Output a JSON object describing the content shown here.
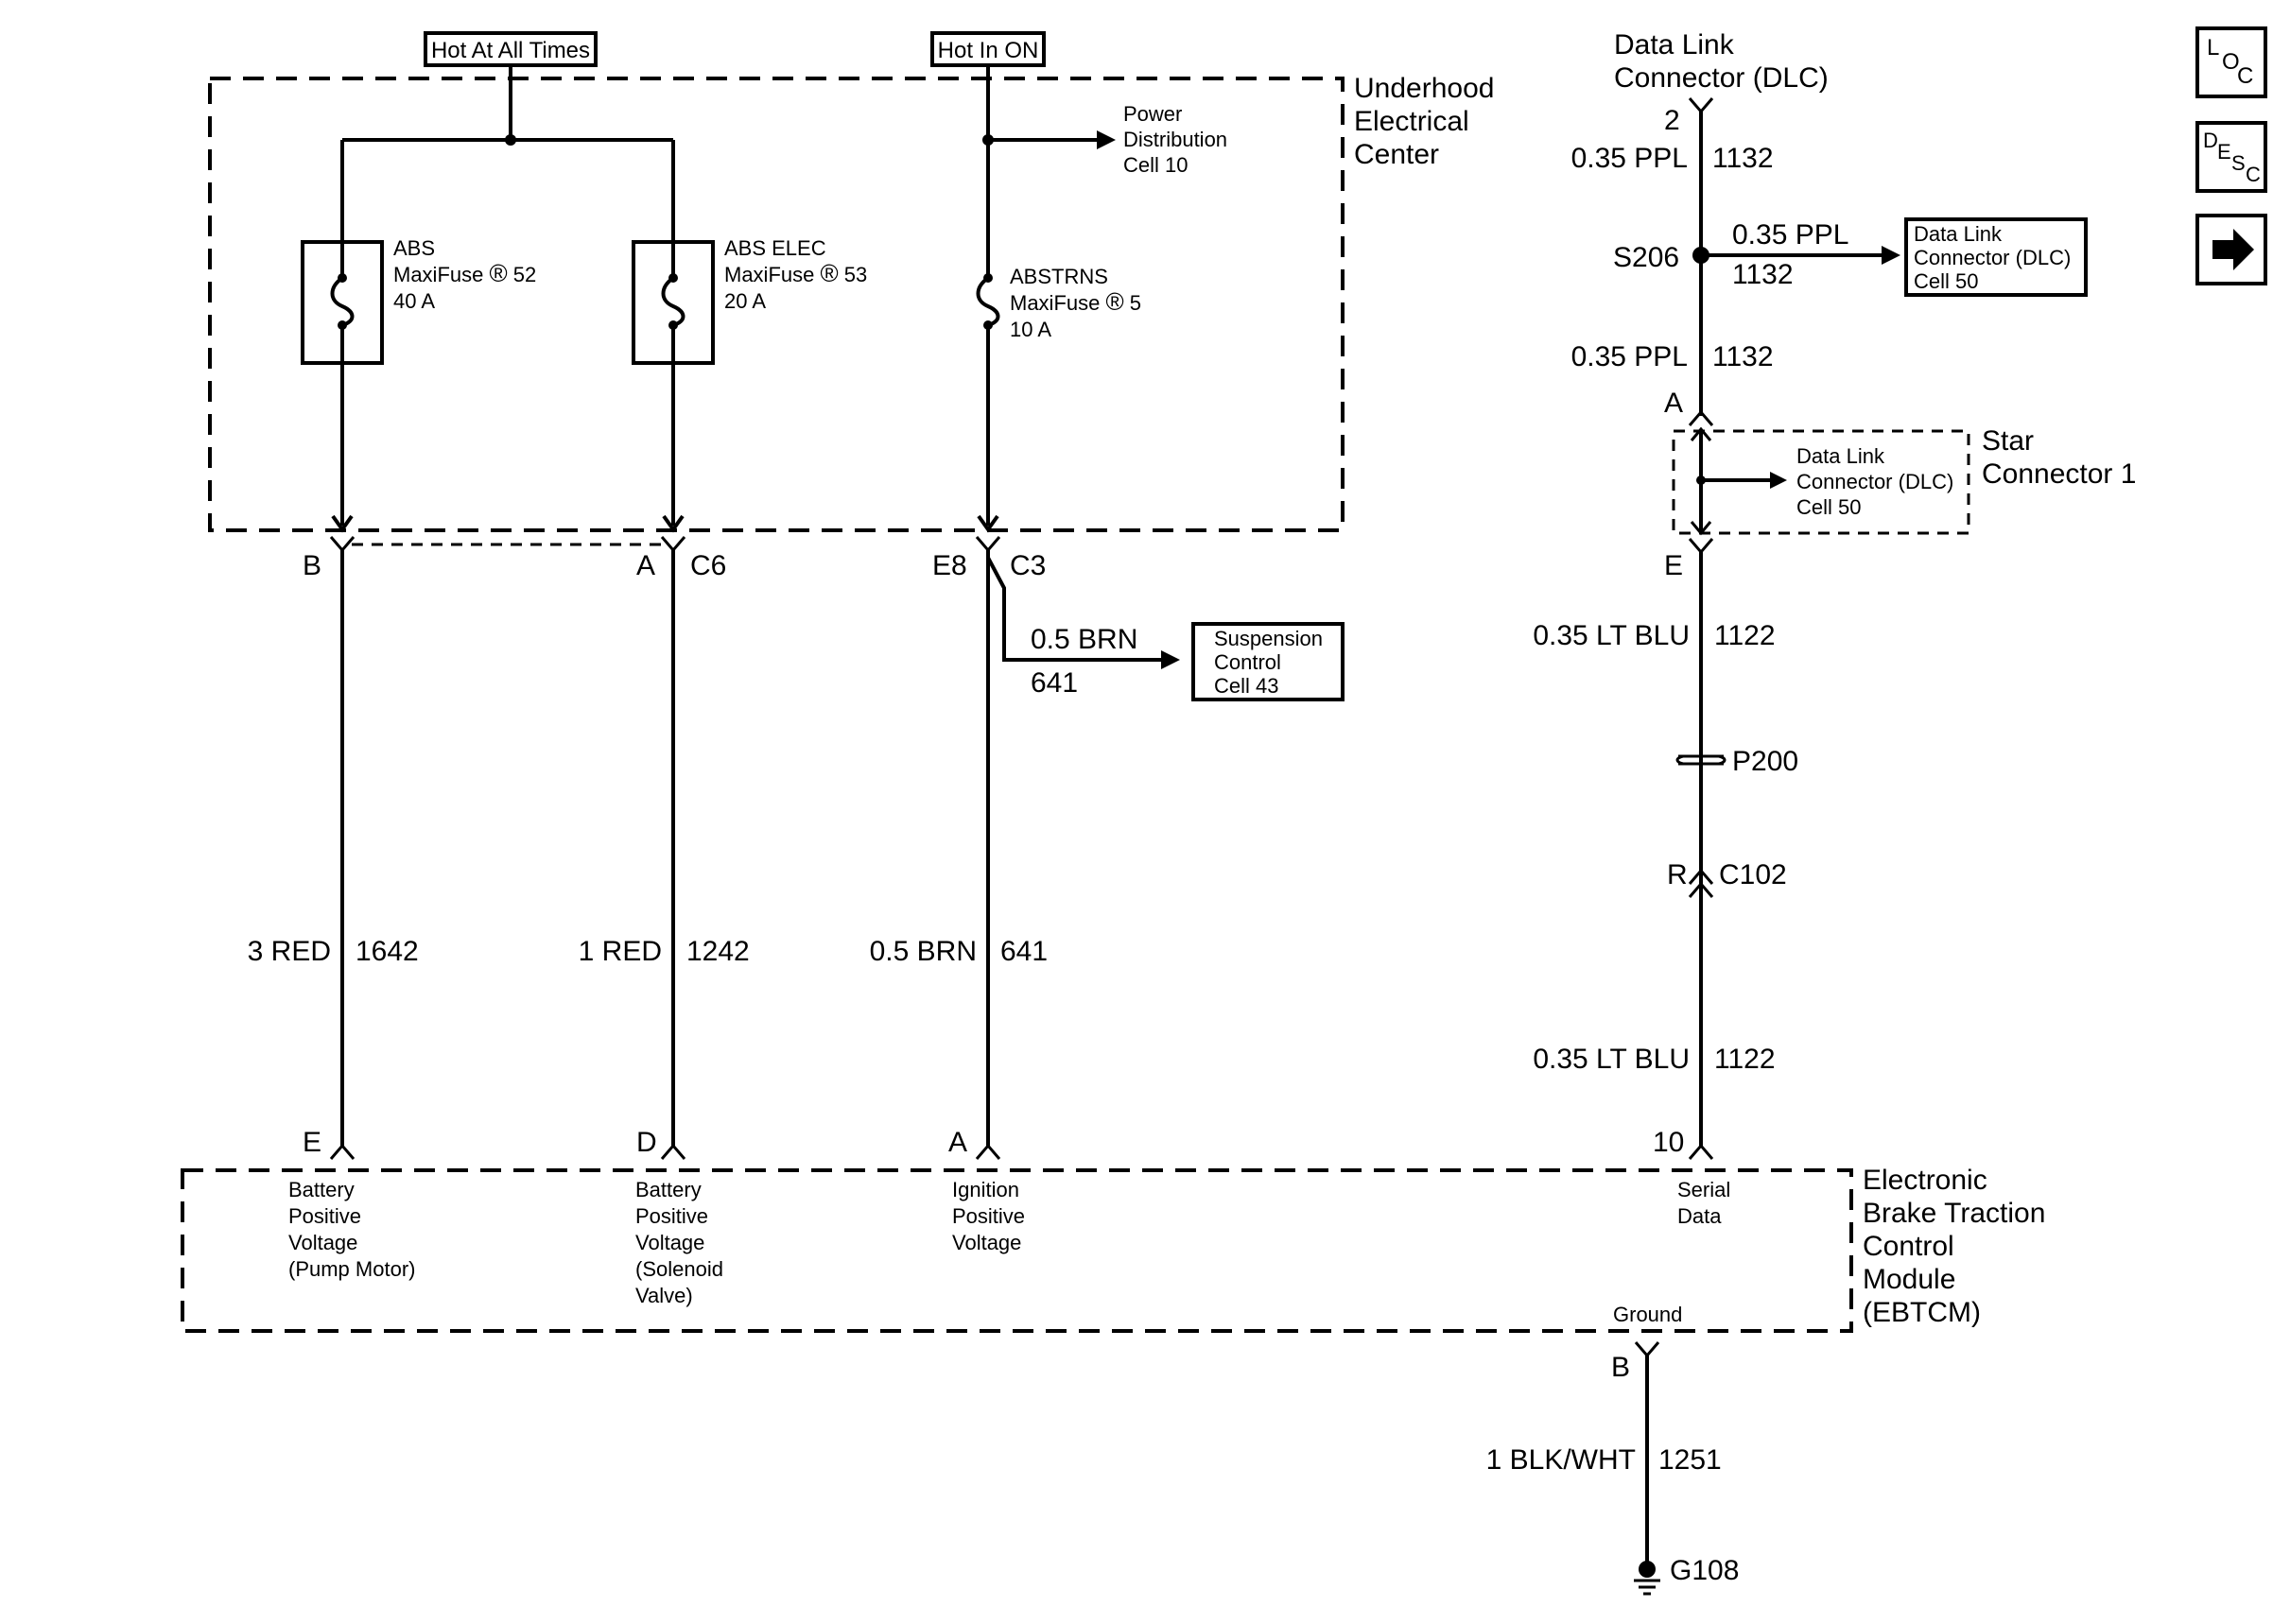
{
  "diagram": {
    "feeds": {
      "hot_at_all_times": "Hot At All Times",
      "hot_in_on": "Hot In ON"
    },
    "uec": {
      "line1": "Underhood",
      "line2": "Electrical",
      "line3": "Center"
    },
    "power_dist": {
      "line1": "Power",
      "line2": "Distribution",
      "line3": "Cell 10"
    },
    "fuses": [
      {
        "name": "ABS",
        "type": "MaxiFuse",
        "reg": "®",
        "number": "52",
        "rating": "40 A"
      },
      {
        "name": "ABS ELEC",
        "type": "MaxiFuse",
        "reg": "®",
        "number": "53",
        "rating": "20 A"
      },
      {
        "name": "ABSTRNS",
        "type": "MaxiFuse",
        "reg": "®",
        "number": "5",
        "rating": "10 A"
      }
    ],
    "connectors": {
      "c6": "C6",
      "c6_pin_b": "B",
      "c6_pin_a": "A",
      "c3": "C3",
      "c3_pin": "E8",
      "star_in": "A",
      "star_out": "E",
      "c102": "C102",
      "c102_pin": "R",
      "ebtcm_e": "E",
      "ebtcm_d": "D",
      "ebtcm_a": "A",
      "ebtcm_10": "10",
      "ebtcm_b": "B"
    },
    "wires": {
      "w1642": {
        "gauge": "3 RED",
        "circuit": "1642"
      },
      "w1242": {
        "gauge": "1 RED",
        "circuit": "1242"
      },
      "w641": {
        "gauge": "0.5 BRN",
        "circuit": "641"
      },
      "w641_branch": {
        "gauge": "0.5 BRN",
        "circuit": "641"
      },
      "w1132_a": {
        "gauge": "0.35 PPL",
        "circuit": "1132"
      },
      "w1132_branch": {
        "gauge": "0.35 PPL",
        "circuit": "1132"
      },
      "w1132_b": {
        "gauge": "0.35 PPL",
        "circuit": "1132"
      },
      "w1122_a": {
        "gauge": "0.35 LT BLU",
        "circuit": "1122"
      },
      "w1122_b": {
        "gauge": "0.35 LT BLU",
        "circuit": "1122"
      },
      "w1251": {
        "gauge": "1 BLK/WHT",
        "circuit": "1251"
      }
    },
    "suspension_ref": {
      "line1": "Suspension",
      "line2": "Control",
      "line3": "Cell 43"
    },
    "dlc": {
      "line1": "Data Link",
      "line2": "Connector (DLC)",
      "pin": "2"
    },
    "splice": "S206",
    "dlc_ref": {
      "line1": "Data Link",
      "line2": "Connector (DLC)",
      "line3": "Cell 50"
    },
    "star": {
      "line1": "Star",
      "line2": "Connector 1"
    },
    "star_ref": {
      "line1": "Data Link",
      "line2": "Connector (DLC)",
      "line3": "Cell 50"
    },
    "p200": "P200",
    "ebtcm": {
      "line1": "Electronic",
      "line2": "Brake Traction",
      "line3": "Control",
      "line4": "Module",
      "line5": "(EBTCM)",
      "pin_e": [
        "Battery",
        "Positive",
        "Voltage",
        "(Pump Motor)"
      ],
      "pin_d": [
        "Battery",
        "Positive",
        "Voltage",
        "(Solenoid",
        "Valve)"
      ],
      "pin_a": [
        "Ignition",
        "Positive",
        "Voltage"
      ],
      "pin_10": [
        "Serial",
        "Data"
      ],
      "ground": "Ground"
    },
    "ground_point": "G108",
    "icons": {
      "loc": {
        "l1": "L",
        "l2": "O",
        "l3": "C"
      },
      "desc": {
        "l1": "D",
        "l2": "E",
        "l3": "S",
        "l4": "C"
      }
    }
  }
}
